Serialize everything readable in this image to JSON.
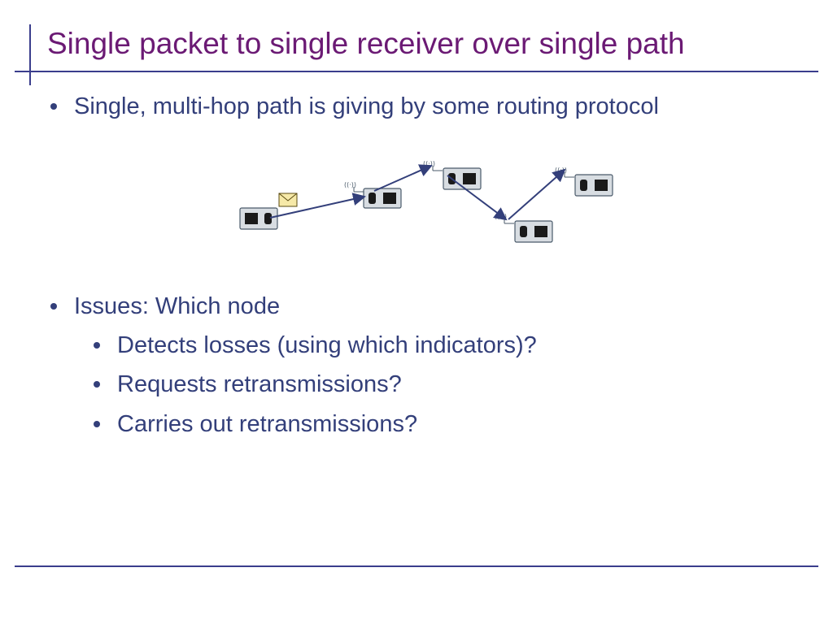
{
  "slide": {
    "title": "Single packet to single receiver over single path",
    "bullets": [
      {
        "text": "Single, multi-hop path is giving by some routing protocol"
      },
      {
        "text": "Issues: Which node"
      }
    ],
    "sub_bullets": [
      {
        "text": "Detects losses (using which indicators)?"
      },
      {
        "text": "Requests retransmissions?"
      },
      {
        "text": "Carries out retransmissions?"
      }
    ]
  },
  "diagram": {
    "nodes": [
      {
        "id": "source",
        "has_antenna": false
      },
      {
        "id": "relay-1",
        "has_antenna": true
      },
      {
        "id": "relay-2",
        "has_antenna": true
      },
      {
        "id": "relay-3",
        "has_antenna": true
      },
      {
        "id": "receiver",
        "has_antenna": true
      }
    ],
    "path": [
      "source",
      "relay-1",
      "relay-2",
      "relay-3",
      "receiver"
    ],
    "packet_icon": "envelope-icon",
    "colors": {
      "arrow": "#333f7a",
      "node_fill": "#d8dde2",
      "node_border": "#4a5a6a",
      "chip": "#1a1a1a"
    }
  },
  "colors": {
    "title": "#6b1a74",
    "body_text": "#333f7a",
    "rules": "#3a3d8c"
  }
}
